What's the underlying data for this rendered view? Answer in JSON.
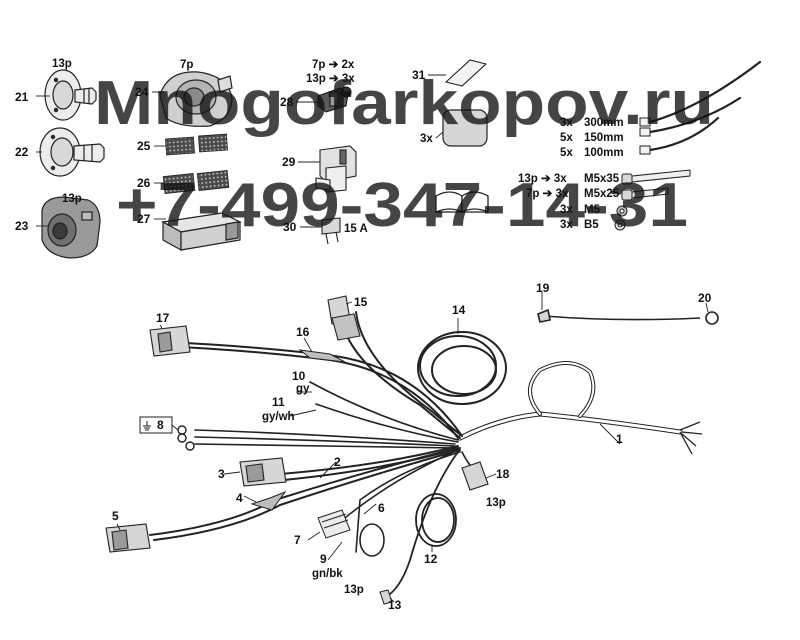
{
  "callouts": {
    "c1": "1",
    "c2": "2",
    "c3": "3",
    "c4": "4",
    "c5": "5",
    "c6": "6",
    "c7": "7",
    "c8": "8",
    "c9": "9",
    "c10": "10",
    "c11": "11",
    "c12": "12",
    "c13": "13",
    "c14": "14",
    "c15": "15",
    "c16": "16",
    "c17": "17",
    "c18": "18",
    "c19": "19",
    "c20": "20",
    "c21": "21",
    "c22": "22",
    "c23": "23",
    "c24": "24",
    "c25": "25",
    "c26": "26",
    "c27": "27",
    "c28": "28",
    "c29": "29",
    "c30": "30",
    "c31": "31"
  },
  "labels": {
    "socket_13p_top": "13p",
    "socket_7p": "7p",
    "socket_13p_mid": "13p",
    "bracket_7p": "7p ➔ 2x",
    "bracket_13p": "13p ➔ 3x",
    "pad_qty": "3x",
    "fuse_rating": "15 A",
    "wire10_color": "gy",
    "wire11_color": "gy/wh",
    "wire9_color": "gn/bk",
    "conn18_type": "13p",
    "conn13_type": "13p"
  },
  "hardware": {
    "ties": [
      {
        "qty": "3x",
        "size": "300mm"
      },
      {
        "qty": "5x",
        "size": "150mm"
      },
      {
        "qty": "5x",
        "size": "100mm"
      }
    ],
    "bolts": [
      {
        "prefix": "13p ➔ 3x",
        "size": "M5x35"
      },
      {
        "prefix": "7p ➔ 3x",
        "size": "M5x25"
      },
      {
        "prefix": "3x",
        "size": "M5"
      },
      {
        "prefix": "3x",
        "size": "B5"
      }
    ]
  },
  "watermark": {
    "line1": "Mnogofarkopov.ru",
    "line2": "+7-499-347-14-31",
    "color": "#4a9bea"
  }
}
